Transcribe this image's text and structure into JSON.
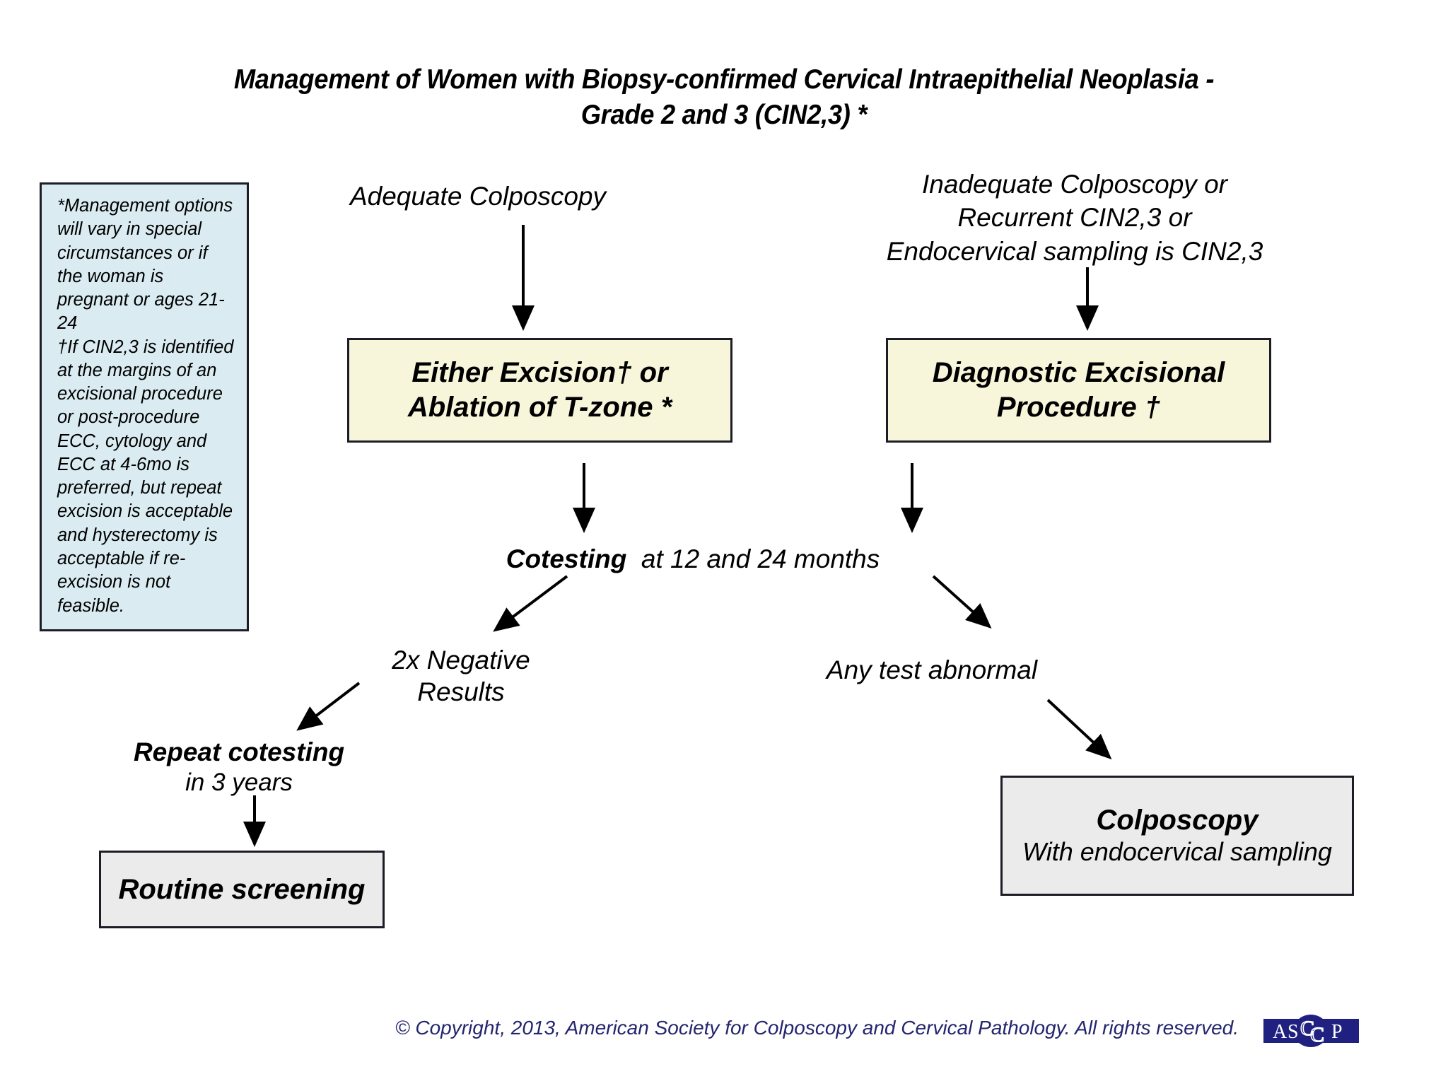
{
  "title": {
    "line1": "Management of Women with Biopsy-confirmed Cervical Intraepithelial Neoplasia -",
    "line2": "Grade 2 and 3 (CIN2,3) *"
  },
  "note_box": {
    "text": "*Management options will vary in special circumstances or if the woman is pregnant or ages 21-24\n†If CIN2,3 is identified at the margins of an excisional procedure or post-procedure ECC, cytology and ECC at 4-6mo is preferred, but repeat excision is acceptable and hysterectomy is acceptable if re-excision is not feasible.",
    "para1": "*Management options will vary in special circumstances or if the woman is pregnant or ages 21-24",
    "para2": "†If CIN2,3 is identified at the margins of an excisional procedure or post-procedure ECC, cytology and ECC at 4-6mo is preferred, but repeat excision is acceptable and hysterectomy is acceptable if re-excision is not feasible.",
    "background_color": "#daecf2",
    "border_color": "#1d1d28"
  },
  "flow": {
    "left_entry_label": "Adequate Colposcopy",
    "right_entry_label": "Inadequate Colposcopy or\nRecurrent CIN2,3 or\nEndocervical sampling is CIN2,3",
    "box_excision_line1": "Either Excision† or",
    "box_excision_line2": "Ablation of T-zone *",
    "box_diagnostic_line1": "Diagnostic Excisional",
    "box_diagnostic_line2": "Procedure †",
    "cotesting_bold": "Cotesting",
    "cotesting_rest": "at 12 and 24 months",
    "branch_negative": "2x Negative\nResults",
    "branch_abnormal": "Any test abnormal",
    "repeat_bold": "Repeat cotesting",
    "repeat_rest": "in 3 years",
    "box_routine": "Routine screening",
    "box_colposcopy_line1": "Colposcopy",
    "box_colposcopy_line2": "With endocervical sampling",
    "yellow_box_color": "#f8f6da",
    "gray_box_color": "#ebebeb"
  },
  "footer": {
    "copyright": "© Copyright, 2013, American Society for Colposcopy and Cervical Pathology.  All rights reserved.",
    "copyright_color": "#23256e",
    "logo_text": "ASCCP",
    "logo_letters": [
      "A",
      "S",
      "C",
      "C",
      "P"
    ],
    "logo_color": "#1f2080"
  }
}
